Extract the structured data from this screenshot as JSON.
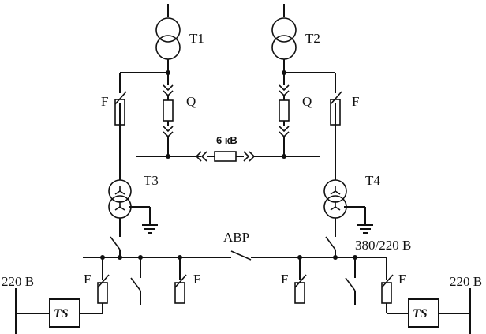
{
  "labels": {
    "t1": "T1",
    "t2": "T2",
    "t3": "T3",
    "t4": "T4",
    "q_left": "Q",
    "q_right": "Q",
    "f_upper_left": "F",
    "f_upper_right": "F",
    "bus_6kv": "6 кВ",
    "avr": "АВР",
    "bus_380": "380/220 В",
    "f_low_1": "F",
    "f_low_2": "F",
    "f_low_3": "F",
    "f_low_4": "F",
    "v220_left": "220 В",
    "v220_right": "220 В",
    "ts_left": "TS",
    "ts_right": "TS"
  }
}
